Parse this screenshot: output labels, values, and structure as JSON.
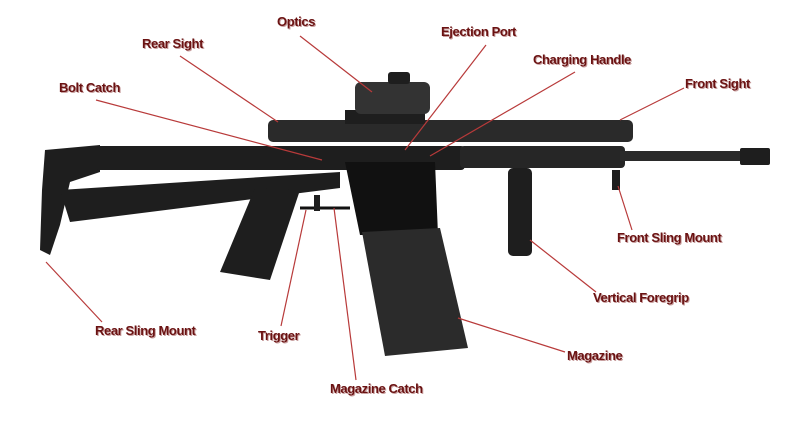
{
  "title": "Rifle parts diagram",
  "colors": {
    "label": "#6a1212",
    "leader": "#b83a3a",
    "rifle": "#1c1c1c"
  },
  "labels": {
    "optics": "Optics",
    "ejection_port": "Ejection Port",
    "rear_sight": "Rear Sight",
    "charging_handle": "Charging Handle",
    "front_sight": "Front Sight",
    "bolt_catch": "Bolt Catch",
    "front_sling_mount": "Front Sling Mount",
    "vertical_foregrip": "Vertical Foregrip",
    "rear_sling_mount": "Rear Sling Mount",
    "trigger": "Trigger",
    "magazine": "Magazine",
    "magazine_catch": "Magazine Catch"
  }
}
